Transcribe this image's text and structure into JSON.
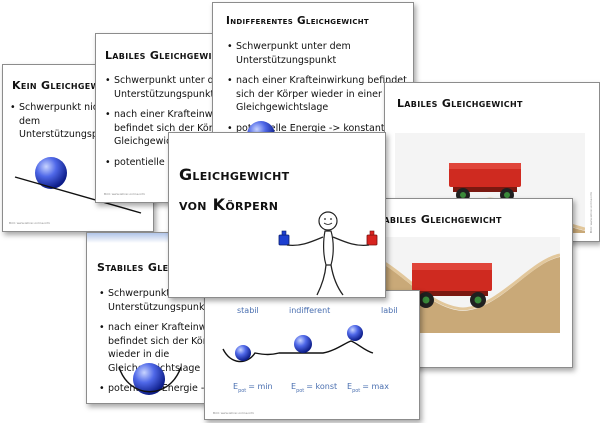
{
  "cards": {
    "kein": {
      "title": "Kein Gleichgewicht",
      "bullets": [
        "Schwerpunkt nicht über dem Unterstützungspunkt"
      ]
    },
    "labiles_text": {
      "title": "Labiles Gleichgewicht",
      "bullets": [
        "Schwerpunkt unter dem Unterstützungspunkt",
        "nach einer Krafteinwirkung befindet sich der Körper die Gleichgewichtslage",
        "potentielle Energie -> maximal"
      ]
    },
    "indifferentes": {
      "title": "Indifferentes Gleichgewicht",
      "bullets": [
        "Schwerpunkt unter dem Unterstützungspunkt",
        "nach einer Krafteinwirkung befindet sich der Körper wieder in einer Gleichgewichtslage",
        "potentielle Energie -> konstant"
      ]
    },
    "labiles_photo": {
      "title": "Labiles Gleichgewicht"
    },
    "stabiles_photo": {
      "title": "Stabiles Gleichgewicht"
    },
    "stabiles_text": {
      "title": "Stabiles Gleichgewicht",
      "bullets": [
        "Schwerpunkt unter dem Unterstützungspunkt",
        "nach einer Krafteinwirkung befindet sich der Körper wieder in die Gleichgewichtslage",
        "potentielle Energie -> minimal"
      ]
    },
    "overview": {
      "labels": [
        "stabil",
        "indifferent",
        "labil"
      ],
      "energy": [
        "E",
        "pot",
        "= min",
        "= konst",
        "= max"
      ]
    },
    "cover": {
      "title_line1": "Gleichgewicht",
      "title_line2": "von Körpern"
    }
  },
  "footer": "Bild: www.lehrer-online.info"
}
